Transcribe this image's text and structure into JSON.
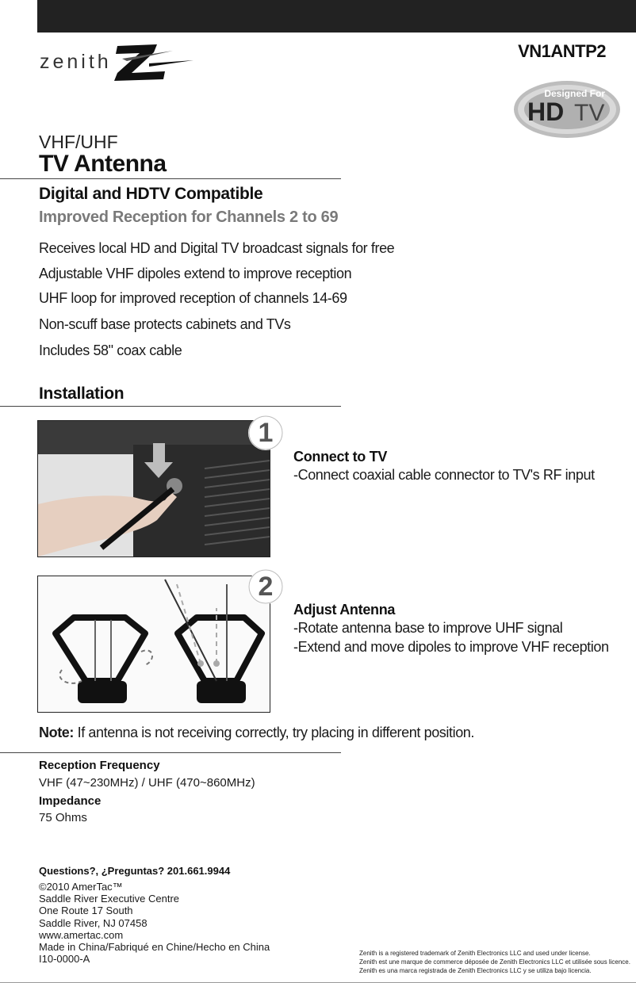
{
  "header": {
    "model": "VN1ANTP2",
    "brand_logo_text": "zenith",
    "hdtv_badge": {
      "top": "Designed For",
      "hd": "HD",
      "tv": "TV"
    }
  },
  "product": {
    "type_line": "VHF/UHF",
    "name": "TV Antenna",
    "subtitle": "Digital and HDTV Compatible",
    "tagline": "Improved Reception for Channels 2 to 69"
  },
  "features": [
    "Receives local HD and Digital TV broadcast signals for free",
    "Adjustable VHF dipoles extend to improve reception",
    "UHF loop for improved reception of channels 14-69",
    "Non-scuff base protects cabinets and TVs",
    "Includes 58\" coax cable"
  ],
  "installation": {
    "heading": "Installation",
    "steps": [
      {
        "number": "1",
        "title": "Connect to TV",
        "lines": [
          "-Connect coaxial cable connector to TV's RF input"
        ]
      },
      {
        "number": "2",
        "title": "Adjust Antenna",
        "lines": [
          "-Rotate antenna base to improve UHF signal",
          "-Extend and move dipoles to improve VHF reception"
        ]
      }
    ]
  },
  "note": {
    "label": "Note:",
    "text": "If antenna is not receiving correctly, try placing in different position."
  },
  "specs": {
    "reception_label": "Reception Frequency",
    "reception_value": "VHF (47~230MHz) / UHF (470~860MHz)",
    "impedance_label": "Impedance",
    "impedance_value": "75 Ohms"
  },
  "contact": {
    "questions": "Questions?, ¿Preguntas? 201.661.9944",
    "address_lines": [
      "©2010 AmerTac™",
      "Saddle River Executive Centre",
      "One Route 17 South",
      "Saddle River, NJ 07458",
      "www.amertac.com",
      "Made in China/Fabriqué en Chine/Hecho en China",
      "I10-0000-A"
    ]
  },
  "legal_lines": [
    "Zenith is a registered trademark of Zenith Electronics LLC and used under license.",
    "Zenith est une marque de commerce déposée de Zenith Electronics LLC et utilisée sous licence.",
    "Zenith es una marca registrada de Zenith Electronics LLC y se utiliza bajo licencia."
  ],
  "colors": {
    "text": "#1a1a1a",
    "muted_heading": "#7a7a7a",
    "top_bar": "#222222"
  }
}
